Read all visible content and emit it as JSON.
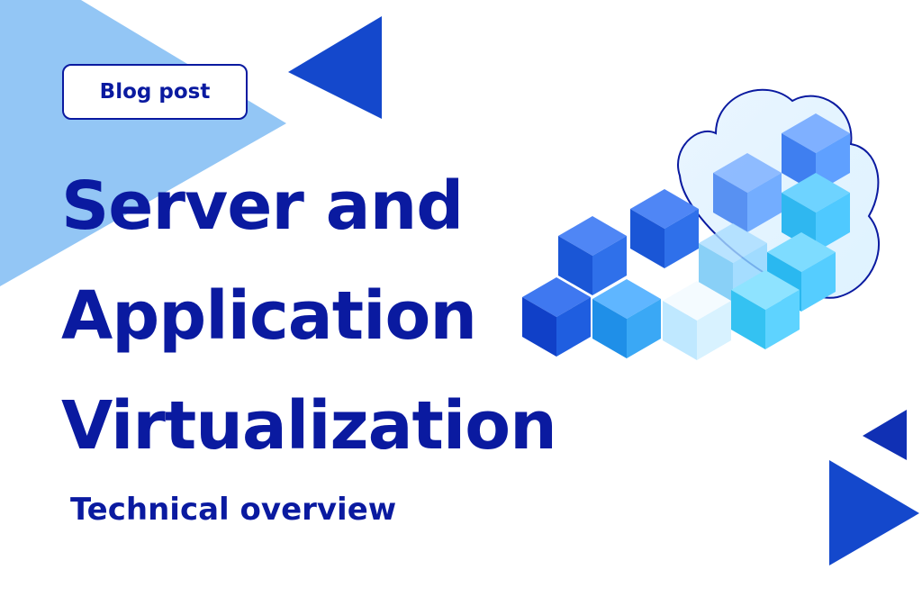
{
  "badge": {
    "label": "Blog post"
  },
  "title": {
    "line1": "Server and",
    "line2": "Application",
    "line3": "Virtualization"
  },
  "subtitle": "Technical overview",
  "colors": {
    "title_navy": "#0a1aa0",
    "accent_blue": "#1448cc",
    "light_blue": "#93c6f5",
    "cube_blue": "#2f7ef0",
    "cube_cyan": "#37c6f5"
  },
  "icons": [
    "cloud-icon",
    "cube-stack-icon",
    "triangle-icon"
  ]
}
